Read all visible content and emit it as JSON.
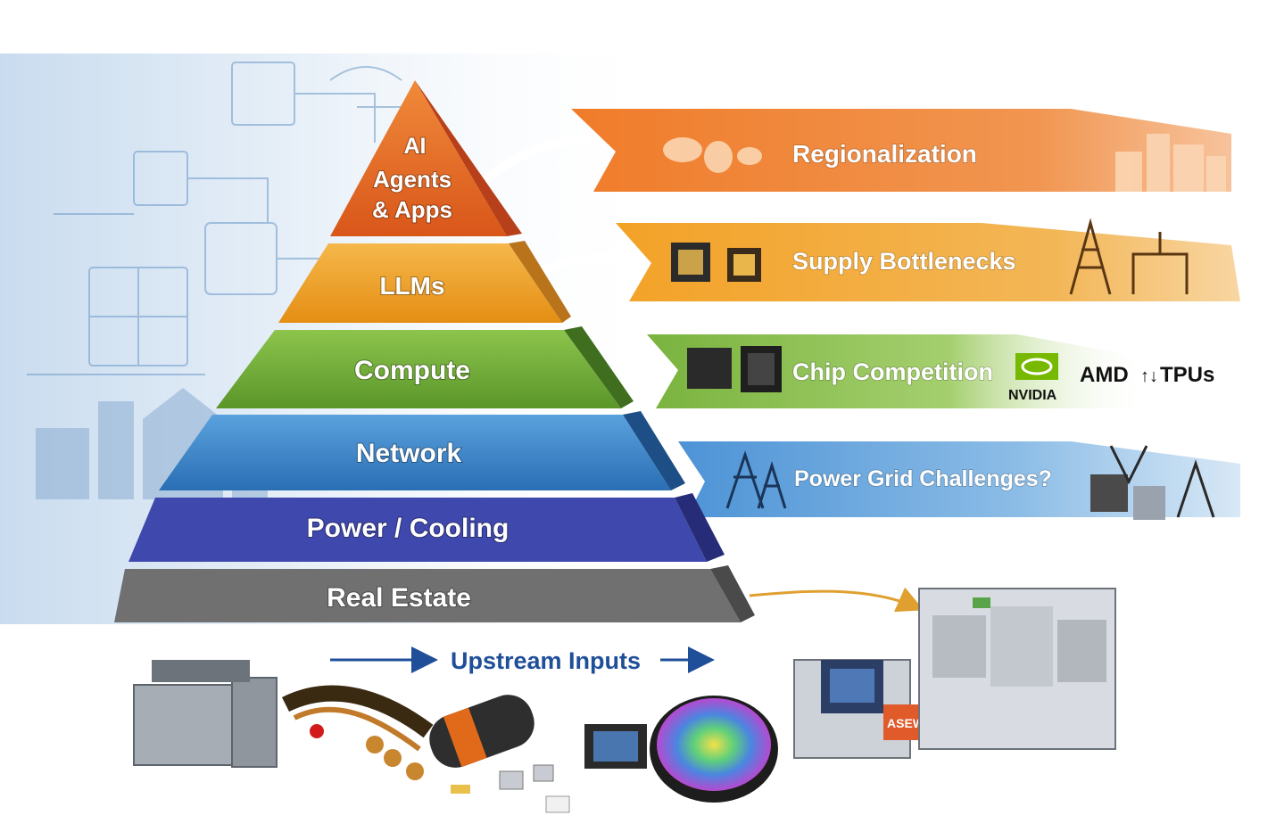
{
  "pyramid": {
    "tiers": [
      {
        "lines": [
          "AI",
          "Agents",
          "& Apps"
        ],
        "color": "#e2541e"
      },
      {
        "lines": [
          "LLMs"
        ],
        "color": "#f0a21e"
      },
      {
        "lines": [
          "Compute"
        ],
        "color": "#6aa52e"
      },
      {
        "lines": [
          "Network"
        ],
        "color": "#2f7fc8"
      },
      {
        "lines": [
          "Power / Cooling"
        ],
        "color": "#3e45a8"
      },
      {
        "lines": [
          "Real Estate"
        ],
        "color": "#6b6b6b"
      }
    ]
  },
  "banners": {
    "regionalization": {
      "label": "Regionalization",
      "color": "#ea7a28"
    },
    "supply": {
      "label": "Supply Bottlenecks",
      "color": "#efa02a"
    },
    "chips": {
      "label": "Chip Competition",
      "color": "#7cb640"
    },
    "power": {
      "label": "Power Grid Challenges?",
      "color": "#3d87cf"
    }
  },
  "logos": {
    "nvidia": "NVIDIA",
    "amd": "AMD",
    "amd_arrow": "↑↓",
    "tpus": "TPUs"
  },
  "upstream": {
    "label": "Upstream Inputs",
    "color": "#1f4f99"
  },
  "machine": {
    "tag": "ASEW"
  }
}
